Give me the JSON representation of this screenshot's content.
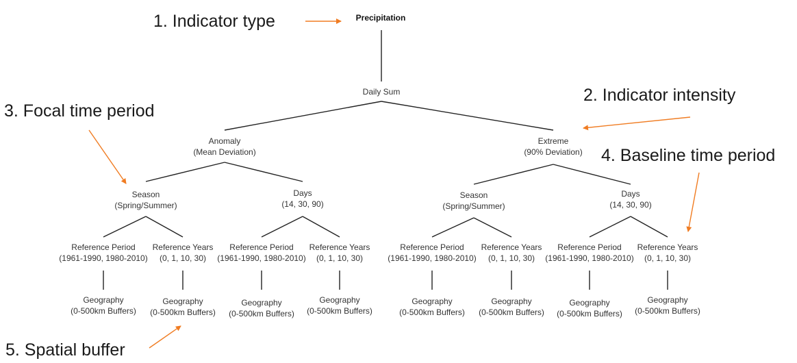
{
  "colors": {
    "tree_line": "#222222",
    "arrow": "#f07c22",
    "text": "#333333"
  },
  "tree": {
    "root": "Precipitation",
    "level1": "Daily Sum",
    "branches": [
      {
        "line1": "Anomaly",
        "line2": "(Mean Deviation)",
        "children": [
          {
            "line1": "Season",
            "line2": "(Spring/Summer)",
            "children": [
              {
                "line1": "Reference Period",
                "line2": "(1961-1990, 1980-2010)",
                "geo1": "Geography",
                "geo2": "(0-500km Buffers)"
              },
              {
                "line1": "Reference Years",
                "line2": "(0, 1, 10, 30)",
                "geo1": "Geography",
                "geo2": "(0-500km Buffers)"
              }
            ]
          },
          {
            "line1": "Days",
            "line2": "(14, 30, 90)",
            "children": [
              {
                "line1": "Reference Period",
                "line2": "(1961-1990, 1980-2010)",
                "geo1": "Geography",
                "geo2": "(0-500km Buffers)"
              },
              {
                "line1": "Reference Years",
                "line2": "(0, 1, 10, 30)",
                "geo1": "Geography",
                "geo2": "(0-500km Buffers)"
              }
            ]
          }
        ]
      },
      {
        "line1": "Extreme",
        "line2": "(90% Deviation)",
        "children": [
          {
            "line1": "Season",
            "line2": "(Spring/Summer)",
            "children": [
              {
                "line1": "Reference Period",
                "line2": "(1961-1990, 1980-2010)",
                "geo1": "Geography",
                "geo2": "(0-500km Buffers)"
              },
              {
                "line1": "Reference Years",
                "line2": "(0, 1, 10, 30)",
                "geo1": "Geography",
                "geo2": "(0-500km Buffers)"
              }
            ]
          },
          {
            "line1": "Days",
            "line2": "(14, 30, 90)",
            "children": [
              {
                "line1": "Reference Period",
                "line2": "(1961-1990, 1980-2010)",
                "geo1": "Geography",
                "geo2": "(0-500km Buffers)"
              },
              {
                "line1": "Reference Years",
                "line2": "(0, 1, 10, 30)",
                "geo1": "Geography",
                "geo2": "(0-500km Buffers)"
              }
            ]
          }
        ]
      }
    ]
  },
  "callouts": {
    "indicator_type": "1. Indicator type",
    "indicator_intensity": "2. Indicator intensity",
    "focal_time_period": "3. Focal time period",
    "baseline_time_period": "4. Baseline time period",
    "spatial_buffer": "5. Spatial buffer"
  }
}
